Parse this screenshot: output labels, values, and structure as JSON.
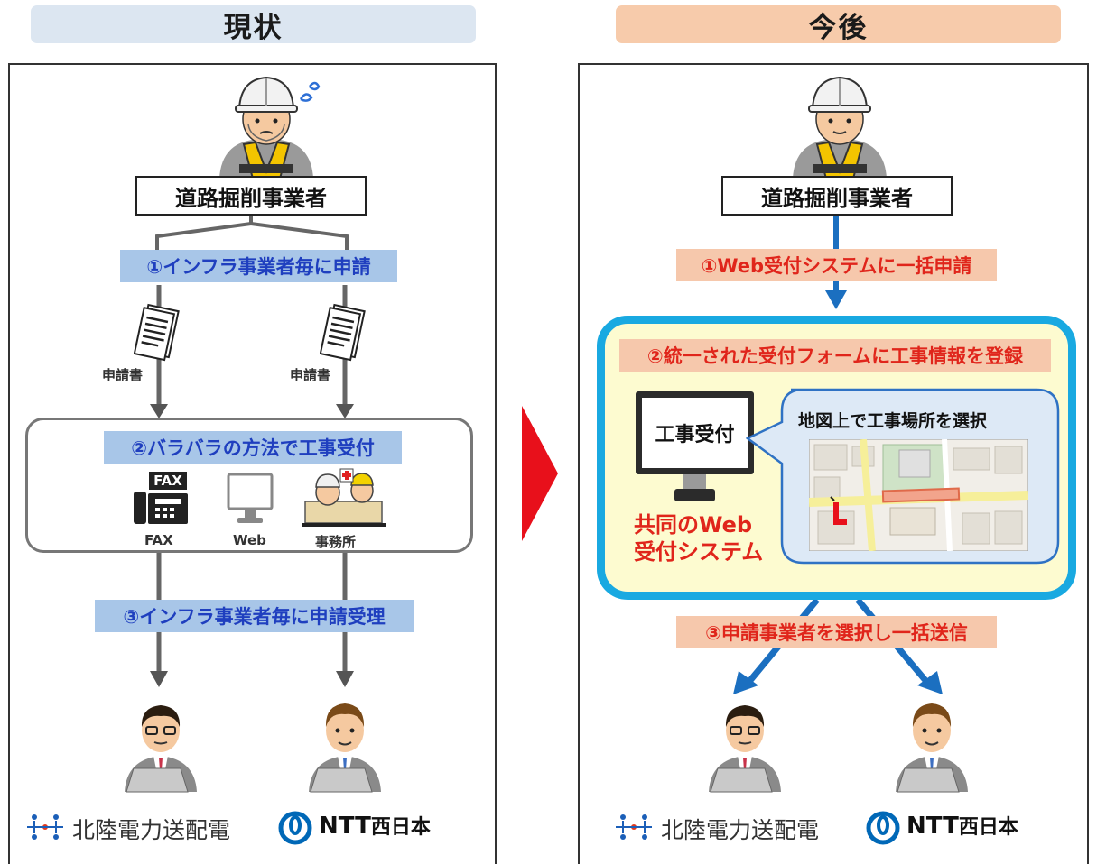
{
  "left": {
    "header": "現状",
    "business_label": "道路掘削事業者",
    "step1": "①インフラ事業者毎に申請",
    "doc_label_left": "申請書",
    "doc_label_right": "申請書",
    "step2": "②バラバラの方法で工事受付",
    "fax_badge": "FAX",
    "method_fax": "FAX",
    "method_web": "Web",
    "method_office": "事務所",
    "step3": "③インフラ事業者毎に申請受理",
    "company1": "北陸電力送配電",
    "company2": "NTT",
    "company2_suffix": "西日本"
  },
  "right": {
    "header": "今後",
    "business_label": "道路掘削事業者",
    "step1": "①Web受付システムに一括申請",
    "step2": "②統一された受付フォームに工事情報を登録",
    "monitor_text": "工事受付",
    "system_name_line1": "共同のWeb",
    "system_name_line2": "受付システム",
    "bubble_title": "地図上で工事場所を選択",
    "step3": "③申請事業者を選択し一括送信",
    "company1": "北陸電力送配電",
    "company2": "NTT",
    "company2_suffix": "西日本"
  },
  "colors": {
    "header_left_bg": "#dce6f1",
    "header_right_bg": "#f7cbab",
    "blue_band": "#a8c6e8",
    "peach_band": "#f6c8ac",
    "cyan_border": "#19a9e1",
    "yellow_fill": "#fdfbd0",
    "red_arrow": "#e8101b",
    "blue_arrow": "#1b6fc0",
    "ntt_blue": "#0068b7"
  }
}
